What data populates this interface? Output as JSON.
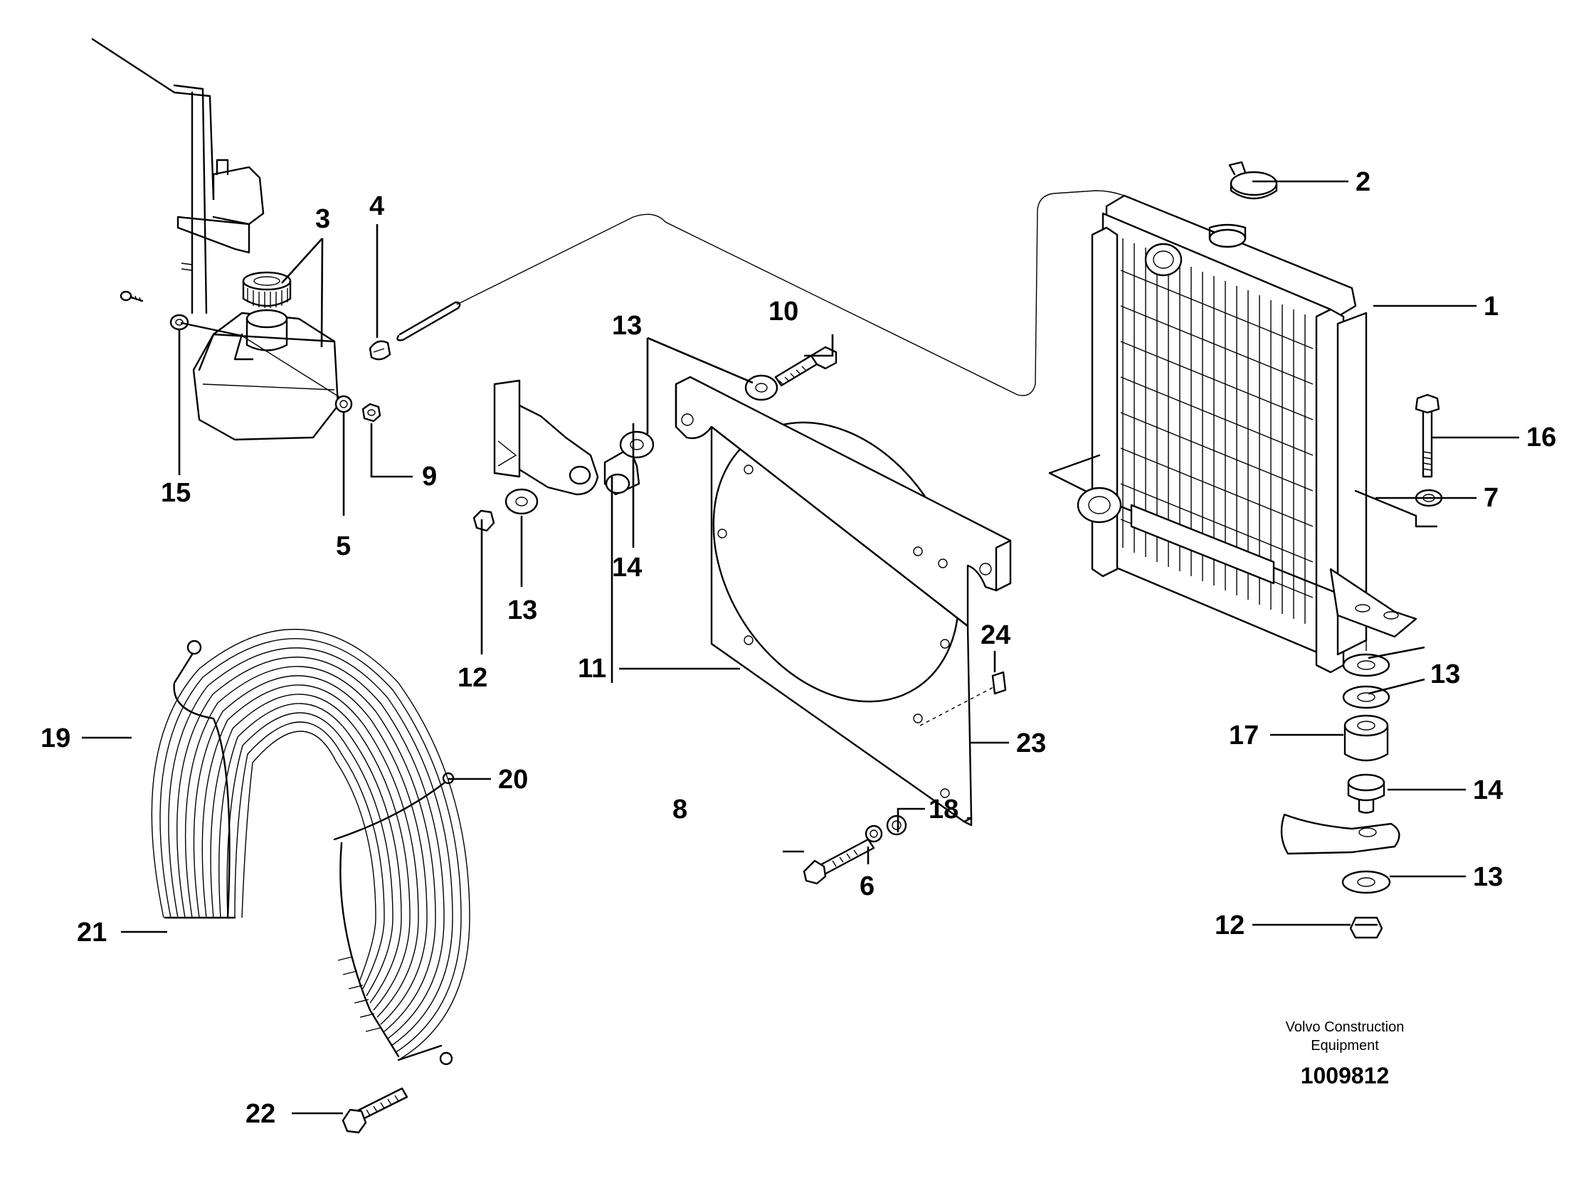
{
  "callouts": {
    "c1": "1",
    "c2": "2",
    "c3": "3",
    "c4": "4",
    "c5": "5",
    "c6": "6",
    "c7": "7",
    "c8": "8",
    "c9": "9",
    "c10": "10",
    "c11": "11",
    "c12a": "12",
    "c12b": "12",
    "c13a": "13",
    "c13b": "13",
    "c13c": "13",
    "c13d": "13",
    "c14a": "14",
    "c14b": "14",
    "c15": "15",
    "c16": "16",
    "c17": "17",
    "c18": "18",
    "c19": "19",
    "c20": "20",
    "c21": "21",
    "c22": "22",
    "c23": "23",
    "c24": "24"
  },
  "footer": {
    "maker_line1": "Volvo Construction",
    "maker_line2": "Equipment",
    "doc_number": "1009812"
  }
}
